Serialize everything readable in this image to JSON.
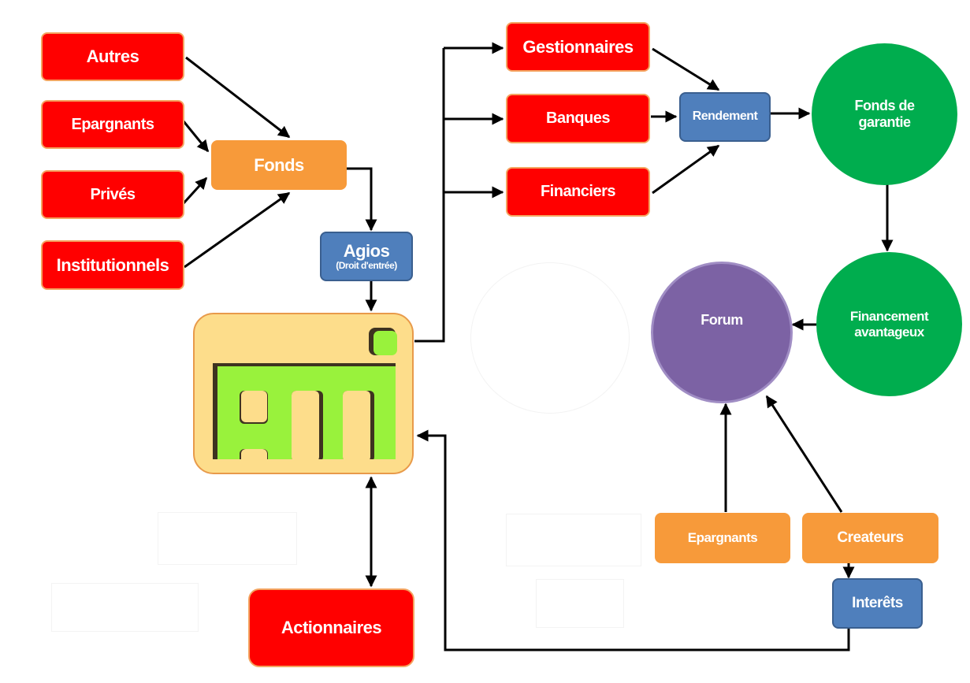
{
  "colors": {
    "red": "#ff0000",
    "orange": "#f79a3a",
    "blue": "#4f7fbc",
    "green": "#00ad4e",
    "purple": "#7c62a4",
    "logo_bg": "#fddd8b",
    "logo_green": "#99f23c"
  },
  "nodes": {
    "autres": "Autres",
    "epargnants_left": "Epargnants",
    "prives": "Privés",
    "institutionnels": "Institutionnels",
    "fonds": "Fonds",
    "agios": "Agios",
    "agios_sub": "(Droit d'entrée)",
    "gestionnaires": "Gestionnaires",
    "banques": "Banques",
    "financiers": "Financiers",
    "rendement": "Rendement",
    "fonds_garantie": "Fonds de garantie",
    "financement": "Financement avantageux",
    "forum": "Forum",
    "epargnants_right": "Epargnants",
    "createurs": "Createurs",
    "interets": "Interêts",
    "actionnaires": "Actionnaires"
  },
  "logo": {
    "name": "ami-logo"
  },
  "edges": [
    {
      "from": "Autres",
      "to": "Fonds"
    },
    {
      "from": "Epargnants",
      "to": "Fonds"
    },
    {
      "from": "Privés",
      "to": "Fonds"
    },
    {
      "from": "Institutionnels",
      "to": "Fonds"
    },
    {
      "from": "Fonds",
      "to": "Agios"
    },
    {
      "from": "Agios",
      "to": "AMI"
    },
    {
      "from": "AMI",
      "to": "Gestionnaires"
    },
    {
      "from": "AMI",
      "to": "Banques"
    },
    {
      "from": "AMI",
      "to": "Financiers"
    },
    {
      "from": "Gestionnaires",
      "to": "Rendement"
    },
    {
      "from": "Banques",
      "to": "Rendement"
    },
    {
      "from": "Financiers",
      "to": "Rendement"
    },
    {
      "from": "Rendement",
      "to": "Fonds de garantie"
    },
    {
      "from": "Fonds de garantie",
      "to": "Financement avantageux"
    },
    {
      "from": "Financement avantageux",
      "to": "Forum"
    },
    {
      "from": "Epargnants",
      "to": "Forum"
    },
    {
      "from": "Createurs",
      "to": "Forum"
    },
    {
      "from": "Createurs",
      "to": "Interêts"
    },
    {
      "from": "Interêts",
      "to": "AMI"
    },
    {
      "from": "AMI",
      "to": "Actionnaires",
      "bidirectional": true
    }
  ]
}
